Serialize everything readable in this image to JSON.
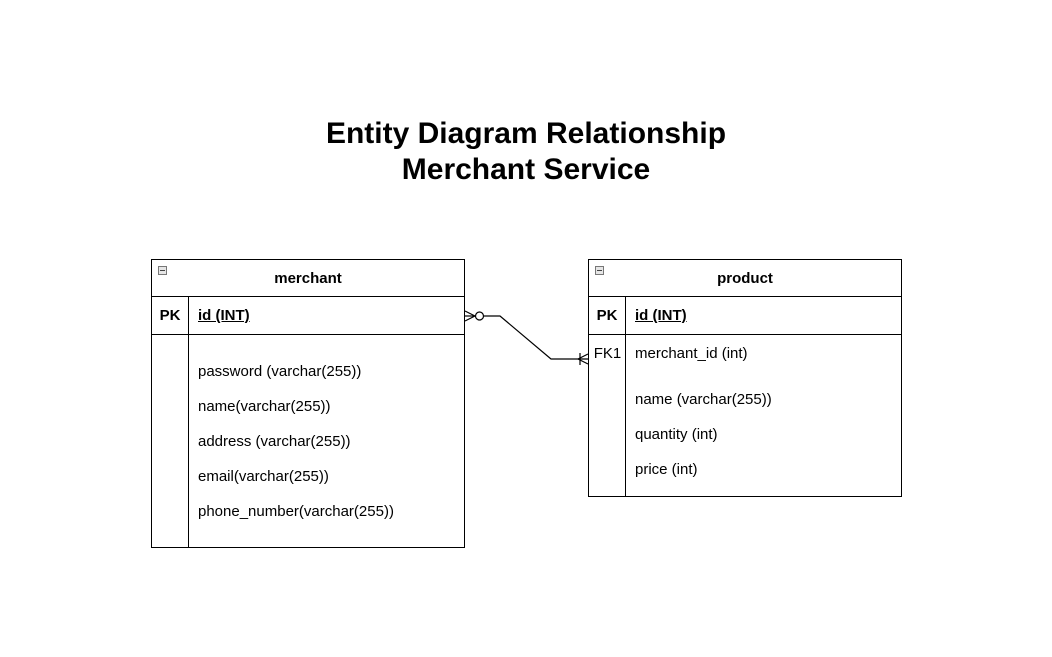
{
  "title": {
    "line1": "Entity Diagram Relationship",
    "line2": "Merchant Service"
  },
  "entities": {
    "merchant": {
      "name": "merchant",
      "pk_label": "PK",
      "pk_field": "id (INT)",
      "fields": [
        "password (varchar(255))",
        "name(varchar(255))",
        "address (varchar(255))",
        "email(varchar(255))",
        "phone_number(varchar(255))"
      ]
    },
    "product": {
      "name": "product",
      "pk_label": "PK",
      "pk_field": "id (INT)",
      "fk_label": "FK1",
      "fk_field": "merchant_id (int)",
      "fields": [
        "name (varchar(255))",
        "quantity (int)",
        "price (int)"
      ]
    }
  },
  "relationship": {
    "from": "merchant",
    "to": "product",
    "from_end": "zero-or-many",
    "to_end": "one-or-many"
  }
}
